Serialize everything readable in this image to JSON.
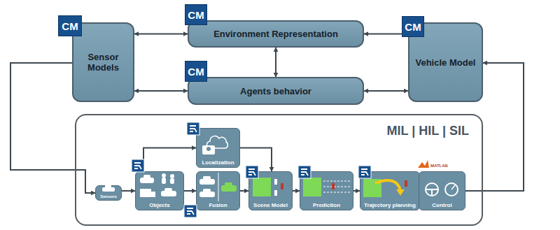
{
  "diagram": {
    "nodes": [
      {
        "text": [
          "Sensor Models"
        ]
      },
      {
        "text": [
          "Environment Representation"
        ]
      },
      {
        "text": [
          "Agents behavior"
        ]
      },
      {
        "text": [
          "Vehicle Model"
        ]
      },
      {
        "text": [
          "MIL | HIL | SIL"
        ]
      },
      {
        "text": [
          "Sensors"
        ],
        "in": 4
      },
      {
        "text": [
          "Objects"
        ],
        "in": 4
      },
      {
        "text": [
          "Localization"
        ],
        "in": 4
      },
      {
        "text": [
          "Fusion"
        ],
        "in": 4
      },
      {
        "text": [
          "Scene Model"
        ],
        "in": 4
      },
      {
        "text": [
          "Prediction"
        ],
        "in": 4
      },
      {
        "text": [
          "Trajectory planning"
        ],
        "in": 4
      },
      {
        "text": [
          "Control"
        ],
        "in": 4
      }
    ],
    "edges": [
      {
        "from": 0,
        "to": 1,
        "arrow": "both"
      },
      {
        "from": 0,
        "to": 2,
        "arrow": "both"
      },
      {
        "from": 1,
        "to": 3,
        "arrow": "both"
      },
      {
        "from": 2,
        "to": 3,
        "arrow": "both"
      },
      {
        "from": 1,
        "to": 2,
        "arrow": "both"
      },
      {
        "from": 0,
        "to": 5,
        "arrow": "to"
      },
      {
        "from": 12,
        "to": 3,
        "arrow": "to"
      },
      {
        "from": 5,
        "to": 6,
        "arrow": "to"
      },
      {
        "from": 6,
        "to": 7,
        "arrow": "to"
      },
      {
        "from": 6,
        "to": 8,
        "arrow": "to"
      },
      {
        "from": 7,
        "to": 9,
        "arrow": "to"
      },
      {
        "from": 8,
        "to": 9,
        "arrow": "to"
      },
      {
        "from": 9,
        "to": 10,
        "arrow": "to"
      },
      {
        "from": 10,
        "to": 11,
        "arrow": "to"
      },
      {
        "from": 11,
        "to": 12,
        "arrow": "to"
      }
    ],
    "labels": [
      "CM",
      "CM",
      "CM",
      "CM",
      "MATLAB"
    ]
  }
}
